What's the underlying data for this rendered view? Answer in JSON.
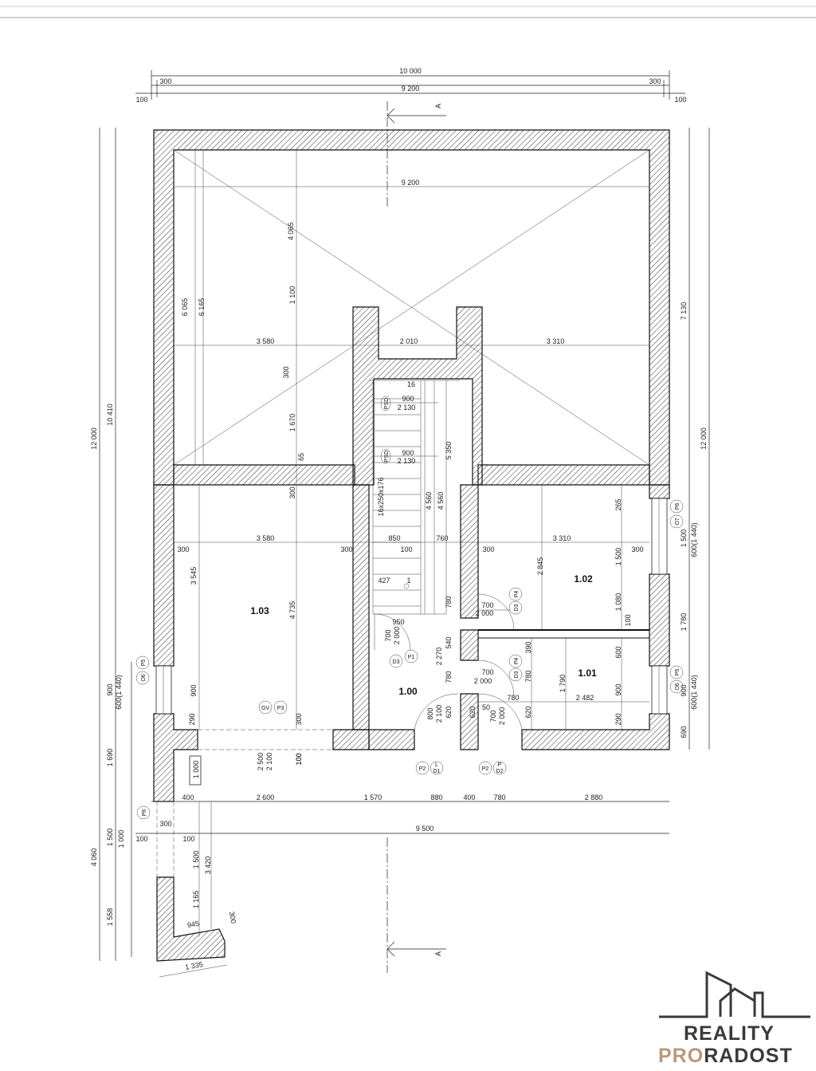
{
  "sheet": {
    "section_marker": "A"
  },
  "rooms": [
    {
      "id": "1.00",
      "label": "1.00"
    },
    {
      "id": "1.01",
      "label": "1.01"
    },
    {
      "id": "1.02",
      "label": "1.02"
    },
    {
      "id": "1.03",
      "label": "1.03"
    }
  ],
  "dimensions": {
    "top_total": "10 000",
    "top_left_300": "300",
    "top_right_300": "300",
    "top_inner": "9 200",
    "top_left_100": "100",
    "top_right_100": "100",
    "inner_9200": "9 200",
    "attic_left": "3 580",
    "attic_mid": "2 010",
    "attic_right": "3 310",
    "diag_4065": "4 065",
    "v_6065": "6 065",
    "v_6165": "6 165",
    "v_1100": "1 100",
    "v_300a": "300",
    "v_1670": "1 670",
    "v_65": "65",
    "v_300b": "300",
    "v_4735": "4 735",
    "v_3545": "3 545",
    "v_900l": "900",
    "v_290l": "290",
    "v_300c": "300",
    "v_100": "100",
    "left_12000": "12 000",
    "left_10410": "10 410",
    "left_900": "900",
    "left_600_1440": "600(1 440)",
    "left_1690": "1 690",
    "left_1500": "1 500",
    "left_4060": "4 060",
    "left_1000": "1 000",
    "left_1558": "1 558",
    "right_7130": "7 130",
    "right_12000": "12 000",
    "right_1500": "1 500",
    "right_600_1440a": "600(1 440)",
    "right_1780": "1 780",
    "right_900": "900",
    "right_600_1440b": "600(1 440)",
    "right_690": "690",
    "row_300a": "300",
    "row_3580": "3 580",
    "row_300b": "300",
    "row_850": "850",
    "row_760": "760",
    "row_300c": "300",
    "row_3310": "3 310",
    "row_300d": "300",
    "stair_16": "16",
    "stair_900a": "900",
    "stair_2130a": "2 130",
    "stair_900b": "900",
    "stair_2130b": "2 130",
    "stair_5350": "5 350",
    "stair_4560a": "4 560",
    "stair_4560b": "4 560",
    "stair_spec": "16x250x176",
    "stair_100": "100",
    "stair_427": "427",
    "stair_1": "1",
    "stair_950": "950",
    "door_700a": "700",
    "door_2000a": "2 000",
    "d_780a": "780",
    "d_2270": "2 270",
    "d_540": "540",
    "d_780b": "780",
    "d_620a": "620",
    "d_800": "800",
    "d_2100": "2 100",
    "d_620b": "620",
    "d_50": "50",
    "d_700b": "700",
    "d_2000b": "2 000",
    "r102_700": "700",
    "r102_2000": "2 000",
    "r102_2845": "2 845",
    "r102_1500": "1 500",
    "r102_1080": "1 080",
    "r102_265": "265",
    "r102_100": "100",
    "r101_700": "700",
    "r101_2000": "2 000",
    "r101_390": "390",
    "r101_780a": "780",
    "r101_620": "620",
    "r101_780b": "780",
    "r101_1790": "1 790",
    "r101_2482": "2 482",
    "r101_600": "600",
    "r101_900": "900",
    "r101_290": "290",
    "entry_2500": "2 500",
    "entry_2100": "2 100",
    "entry_100": "100",
    "bottom_400a": "400",
    "bottom_2600": "2 600",
    "bottom_1570": "1 570",
    "bottom_880": "880",
    "bottom_400b": "400",
    "bottom_780": "780",
    "bottom_2880": "2 880",
    "bottom_300": "300",
    "bottom_9500": "9 500",
    "bottom_100a": "100",
    "bottom_100b": "100",
    "porch_1000": "1 000",
    "porch_1500": "1 500",
    "porch_3420": "3 420",
    "porch_1165": "1 165",
    "porch_945": "945",
    "porch_300": "300",
    "porch_1335": "1 335"
  },
  "tags": {
    "psd1": "PSD",
    "psd2": "PSD",
    "d3a": "D3",
    "p1": "P1",
    "d3b": "D3",
    "p4a": "P4",
    "d3c": "D3",
    "p4b": "P4",
    "gv": "GV",
    "p3": "P3",
    "p2a": "P2",
    "d1": "D1",
    "l": "L",
    "p2b": "P2",
    "d2": "D2",
    "p": "P",
    "o6a": "O6",
    "p5a": "P5",
    "o7": "O7",
    "p6a": "P6",
    "o6b": "O6",
    "p5b": "P5",
    "p6b": "P6"
  },
  "logo": {
    "line1": "REALITY",
    "line2a": "PRO",
    "line2b": "RADOST",
    "color_dark": "#3a3a3a",
    "color_accent": "#b9987a"
  }
}
